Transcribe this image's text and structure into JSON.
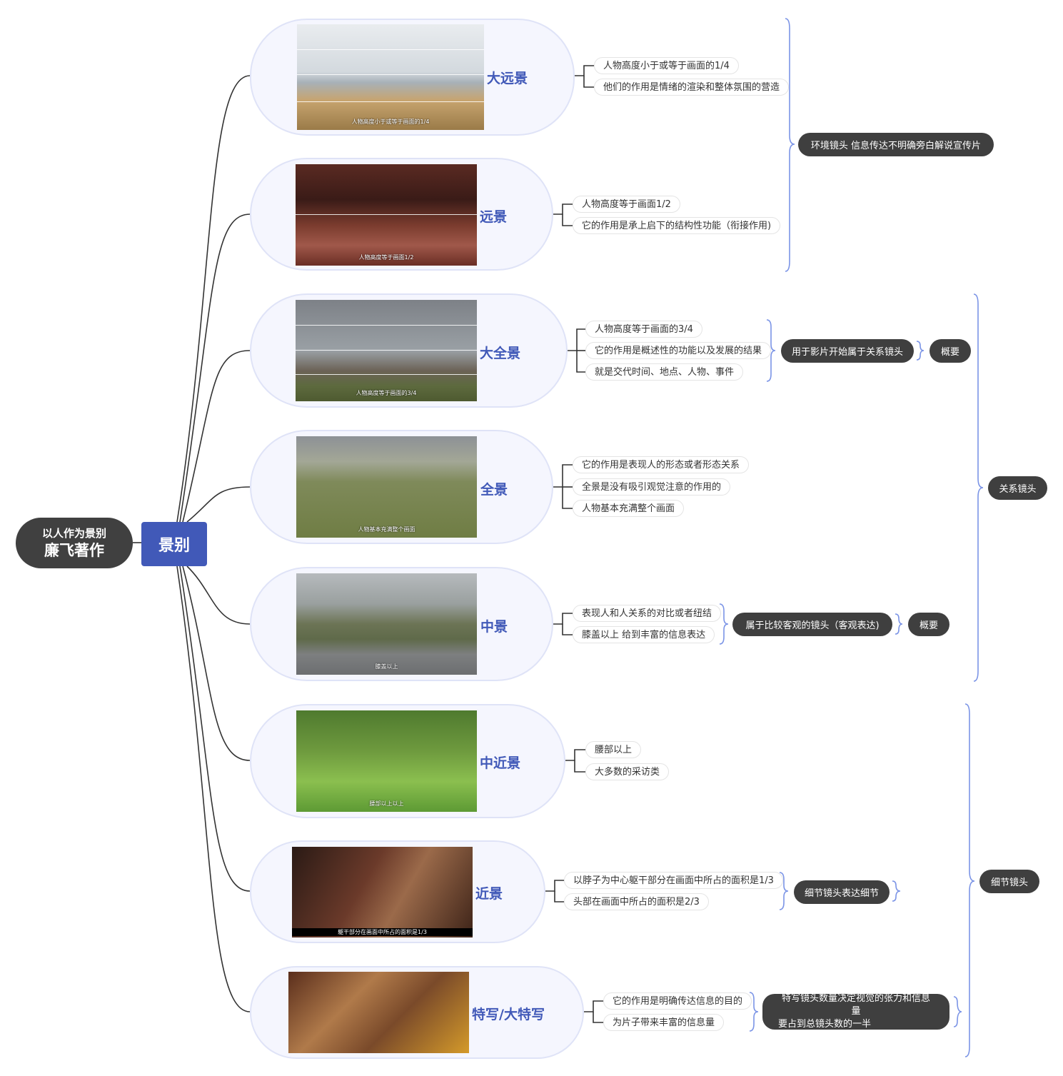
{
  "root": {
    "line1": "以人作为景别",
    "line2": "廉飞著作"
  },
  "main_topic": "景别",
  "shots": [
    {
      "title": "大远景",
      "caption": "人物高度小于或等于画面的1/4",
      "notes": [
        "人物高度小于或等于画面的1/4",
        "他们的作用是情绪的渲染和整体氛围的营造"
      ]
    },
    {
      "title": "远景",
      "caption": "人物高度等于画面1/2",
      "notes": [
        "人物高度等于画面1/2",
        "它的作用是承上启下的结构性功能（衔接作用)"
      ]
    },
    {
      "title": "大全景",
      "caption": "人物高度等于画面的3/4",
      "notes": [
        "人物高度等于画面的3/4",
        "它的作用是概述性的功能以及发展的结果",
        "就是交代时间、地点、人物、事件"
      ]
    },
    {
      "title": "全景",
      "caption": "人物基本充满整个画面",
      "notes": [
        "它的作用是表现人的形态或者形态关系",
        "全景是没有吸引观觉注意的作用的",
        "人物基本充满整个画面"
      ]
    },
    {
      "title": "中景",
      "caption": "膝盖以上",
      "notes": [
        "表现人和人关系的对比或者纽结",
        "膝盖以上 给到丰富的信息表达"
      ]
    },
    {
      "title": "中近景",
      "caption": "腰部以上以上",
      "notes": [
        "腰部以上",
        "大多数的采访类"
      ]
    },
    {
      "title": "近景",
      "caption": "躯干部分在画面中所占的面积是1/3",
      "notes": [
        "以脖子为中心躯干部分在画面中所占的面积是1/3",
        "头部在画面中所占的面积是2/3"
      ]
    },
    {
      "title": "特写/大特写",
      "caption": "",
      "notes": [
        "它的作用是明确传达信息的目的",
        "为片子带来丰富的信息量"
      ]
    }
  ],
  "summaries": {
    "env": "环境镜头   信息传达不明确旁白解说宣传片",
    "open": "用于影片开始属于关系镜头",
    "overview1": "概要",
    "objective": "属于比较客观的镜头（客观表达)",
    "overview2": "概要",
    "relation": "关系镜头",
    "detail_express": "细节镜头表达细节",
    "closeup": [
      "特写镜头数量决定视觉的张力和信息量",
      "要占到总镜头数的一半"
    ],
    "detail": "细节镜头"
  },
  "colors": {
    "accent": "#4159b8",
    "dark_pill": "#3f3f3f",
    "card_bg": "#f5f6fe",
    "bracket": "#7b94e6"
  }
}
